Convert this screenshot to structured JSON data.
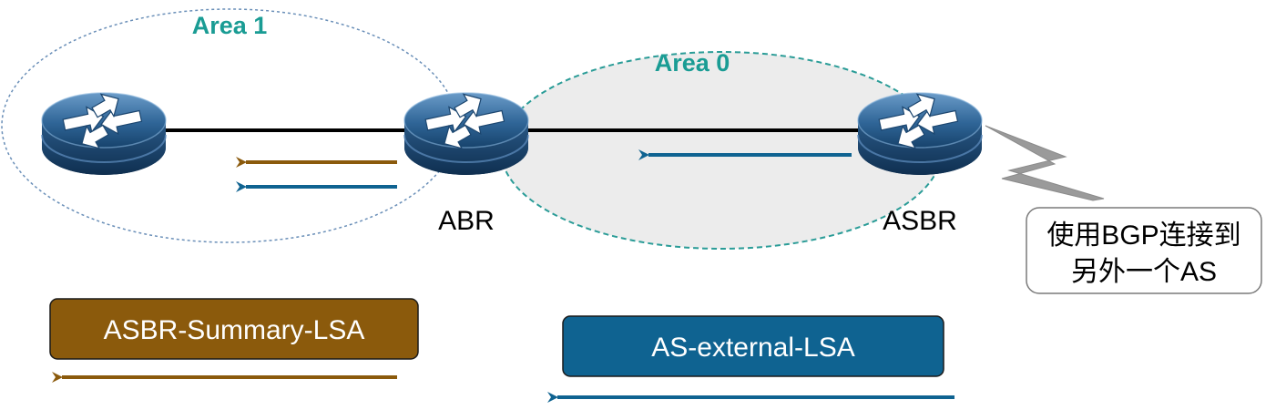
{
  "areas": {
    "area1": {
      "label": "Area 1"
    },
    "area0": {
      "label": "Area 0"
    }
  },
  "routers": {
    "left": {
      "label": ""
    },
    "abr": {
      "label": "ABR"
    },
    "asbr": {
      "label": "ASBR"
    }
  },
  "callout": {
    "line1": "使用BGP连接到",
    "line2": "另外一个AS"
  },
  "legend": {
    "asbr_summary_lsa": {
      "label": "ASBR-Summary-LSA"
    },
    "as_external_lsa": {
      "label": "AS-external-LSA"
    }
  },
  "colors": {
    "area_label": "#1a9c94",
    "asbr_summary": "#8b5a0c",
    "as_external": "#0f6391",
    "area0_fill": "#ececec",
    "area_border_1": "#6a8fb8",
    "area_border_0": "#2a9c97",
    "router_body": "#1f4f7a",
    "lightning": "#9a9a9a"
  },
  "icons": {
    "router": "router-icon",
    "lightning": "lightning-bolt-icon"
  }
}
